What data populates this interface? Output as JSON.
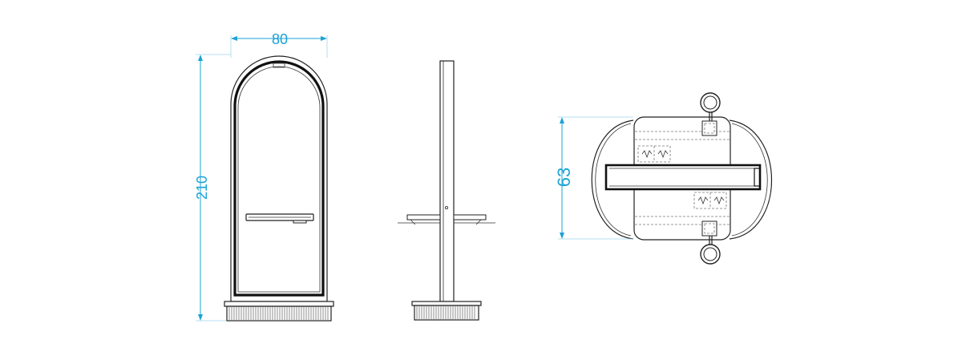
{
  "dimensions": {
    "width_label": "80",
    "height_label": "210",
    "depth_label": "63"
  },
  "colors": {
    "dimension": "#1aa3d6",
    "line": "#222222",
    "background": "#ffffff"
  }
}
